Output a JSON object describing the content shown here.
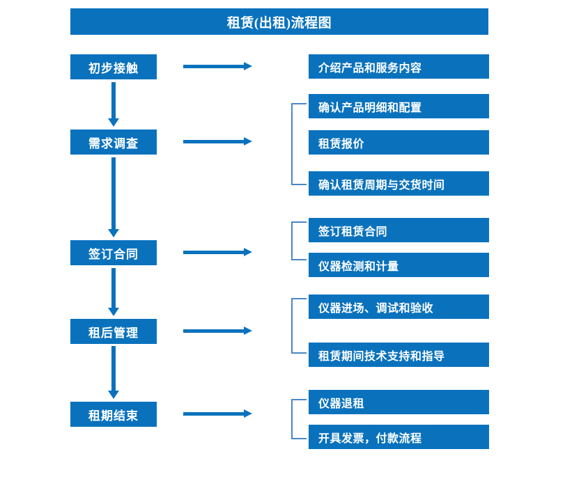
{
  "chart": {
    "title": "租赁(出租)流程图",
    "accent_color": "#0A72BD",
    "bracket_color": "#4A86C8",
    "background_color": "#FFFFFF"
  },
  "stages": [
    {
      "label": "初步接触"
    },
    {
      "label": "需求调查"
    },
    {
      "label": "签订合同"
    },
    {
      "label": "租后管理"
    },
    {
      "label": "租期结束"
    }
  ],
  "details": [
    {
      "label": "介绍产品和服务内容"
    },
    {
      "label": "确认产品明细和配置"
    },
    {
      "label": "租赁报价"
    },
    {
      "label": "确认租赁周期与交货时间"
    },
    {
      "label": "签订租赁合同"
    },
    {
      "label": "仪器检测和计量"
    },
    {
      "label": "仪器进场、调试和验收"
    },
    {
      "label": "租赁期间技术支持和指导"
    },
    {
      "label": "仪器退租"
    },
    {
      "label": "开具发票，付款流程"
    }
  ]
}
